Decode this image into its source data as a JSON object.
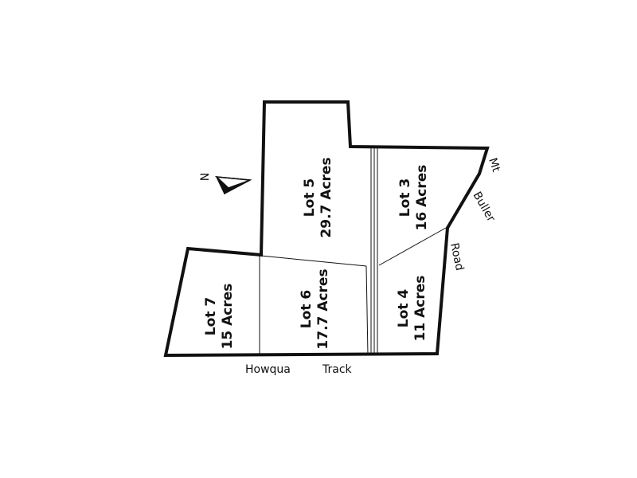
{
  "lots": {
    "lot5": {
      "name": "Lot 5",
      "area": "29.7 Acres"
    },
    "lot3": {
      "name": "Lot 3",
      "area": "16 Acres"
    },
    "lot6": {
      "name": "Lot 6",
      "area": "17.7 Acres"
    },
    "lot4": {
      "name": "Lot 4",
      "area": "11 Acres"
    },
    "lot7": {
      "name": "Lot 7",
      "area": "15 Acres"
    }
  },
  "roads": {
    "howqua": [
      "Howqua",
      "Track"
    ],
    "mt_buller": [
      "Mt",
      "Buller",
      "Road"
    ]
  },
  "north_arrow": {
    "label": "N",
    "icon": "north-arrow-icon"
  },
  "colors": {
    "line": "#111111",
    "background": "#ffffff"
  }
}
